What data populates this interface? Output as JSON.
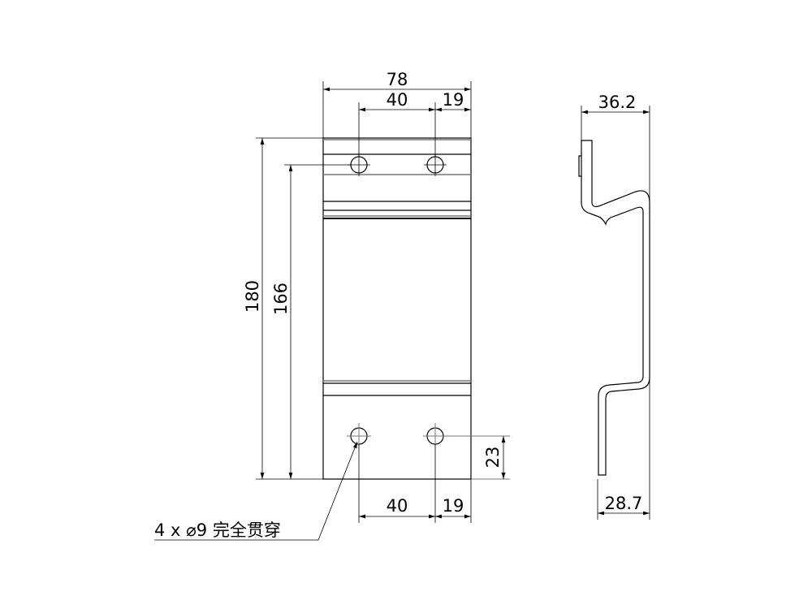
{
  "drawing": {
    "front_view": {
      "width_total": "78",
      "hole_spacing_top": "40",
      "hole_edge_top": "19",
      "height_total": "180",
      "height_holes": "166",
      "hole_from_bottom": "23",
      "hole_spacing_bottom": "40",
      "hole_edge_bottom": "19",
      "hole_note": "4 x  ⌀9 完全贯穿"
    },
    "side_view": {
      "top_depth": "36.2",
      "bottom_depth": "28.7"
    },
    "line_color": "#000000"
  }
}
